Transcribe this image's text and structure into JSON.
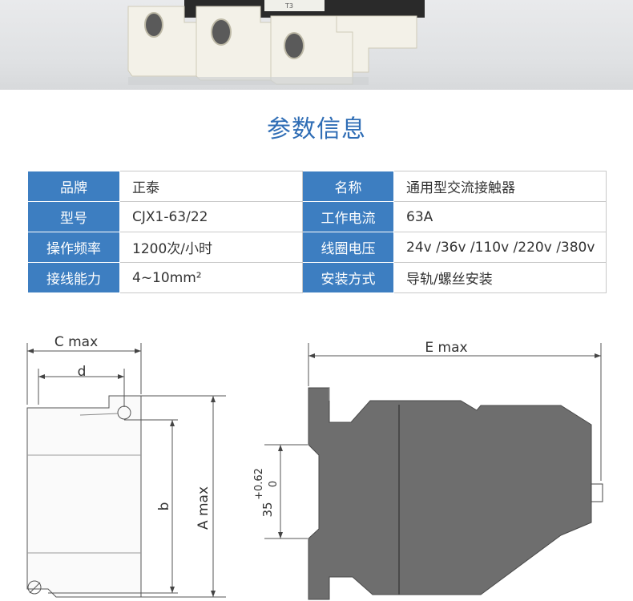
{
  "section_title": "参数信息",
  "spec_rows": [
    [
      {
        "label": "品牌",
        "value": "正泰"
      },
      {
        "label": "名称",
        "value": "通用型交流接触器"
      }
    ],
    [
      {
        "label": "型号",
        "value": "CJX1-63/22"
      },
      {
        "label": "工作电流",
        "value": "63A"
      }
    ],
    [
      {
        "label": "操作频率",
        "value": "1200次/小时"
      },
      {
        "label": "线圈电压",
        "value": "24v /36v /110v /220v /380v"
      }
    ],
    [
      {
        "label": "接线能力",
        "value": "4~10mm²"
      },
      {
        "label": "安装方式",
        "value": "导轨/螺丝安装"
      }
    ]
  ],
  "photo_label": "T3",
  "dims": {
    "c_max": "C max",
    "d": "d",
    "b": "b",
    "a_max": "A max",
    "e_max": "E max",
    "tol_upper": "+0.62",
    "tol_lower": "0",
    "rail": "35"
  },
  "colors": {
    "title": "#2f6db5",
    "label_bg": "#3d7ec1",
    "profile_fill": "#6e6e6e"
  }
}
